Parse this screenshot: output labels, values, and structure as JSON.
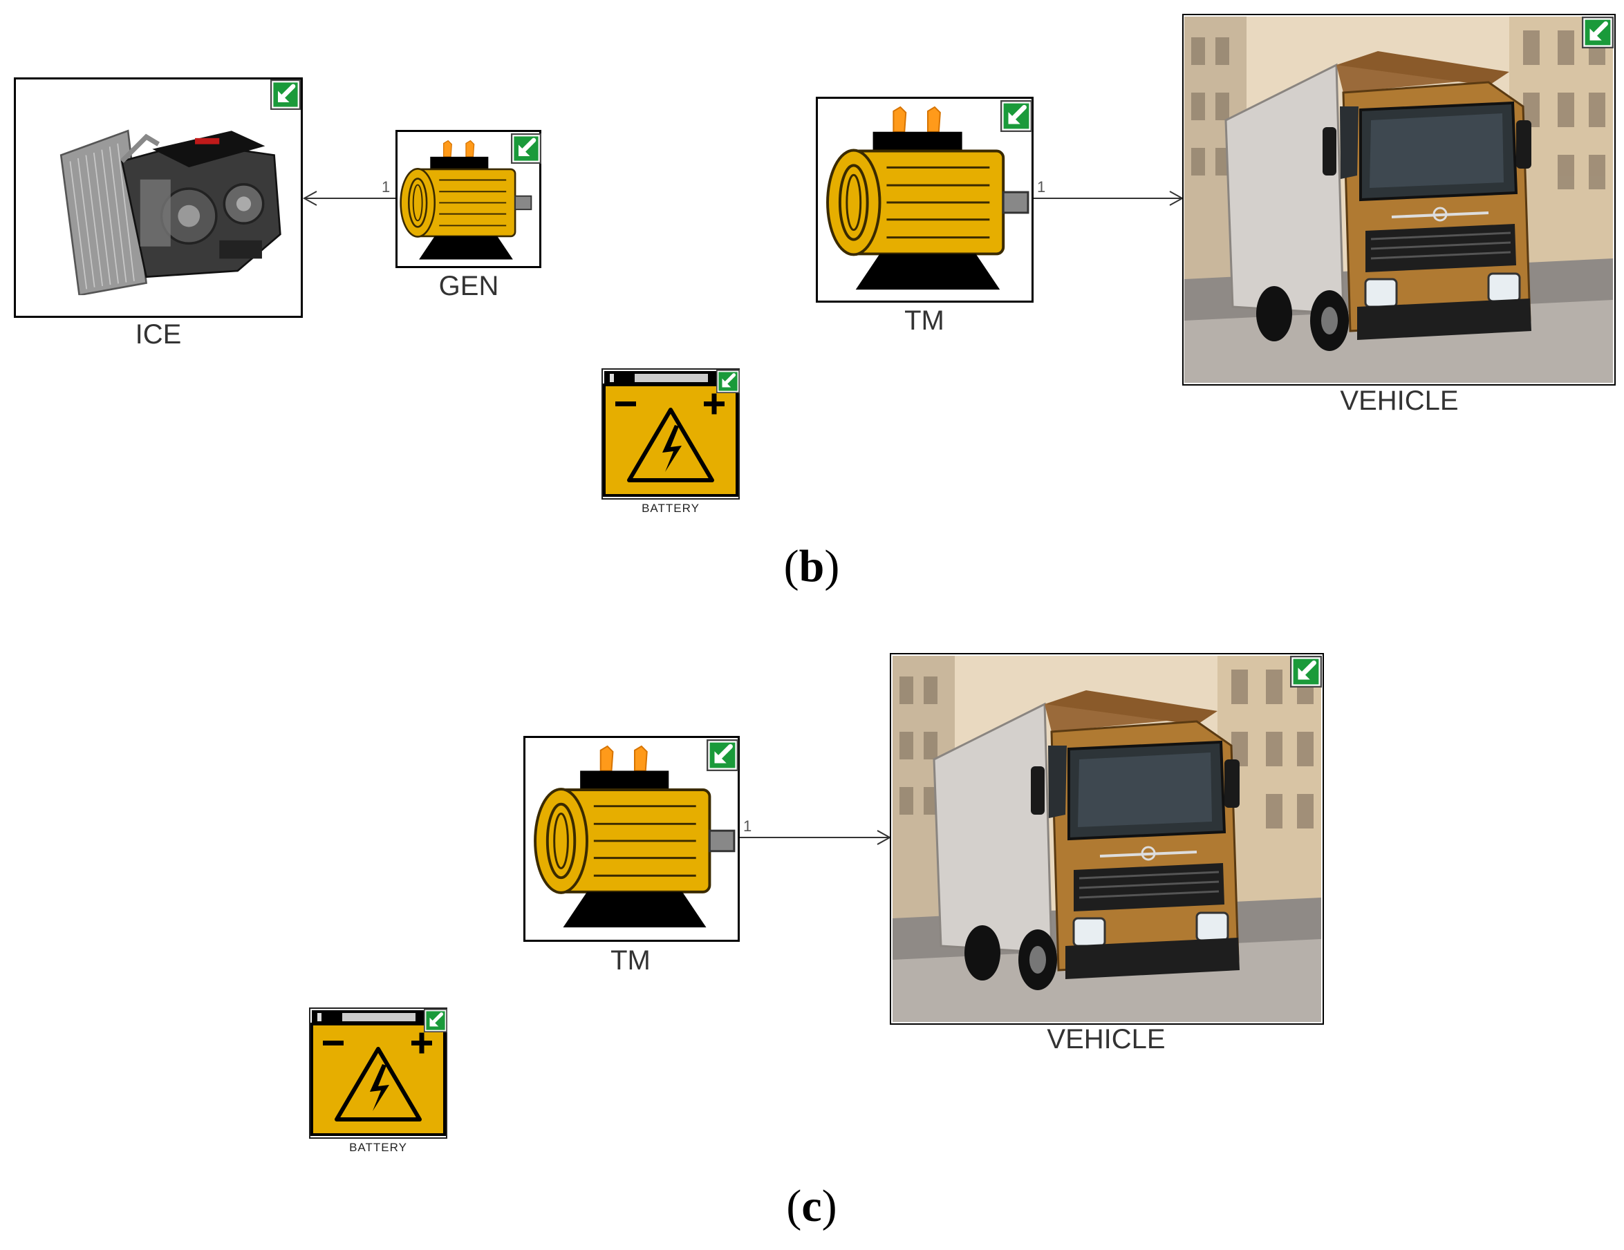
{
  "panel_b": {
    "label_open": "(",
    "label_letter": "b",
    "label_close": ")",
    "blocks": {
      "ice": {
        "label": "ICE",
        "icon": "engine-image"
      },
      "gen": {
        "label": "GEN",
        "icon": "motor-icon",
        "port": "1"
      },
      "tm": {
        "label": "TM",
        "icon": "motor-icon",
        "port": "1"
      },
      "vehicle": {
        "label": "VEHICLE",
        "icon": "truck-image"
      },
      "battery": {
        "label": "BATTERY",
        "icon": "battery-icon"
      }
    }
  },
  "panel_c": {
    "label_open": "(",
    "label_letter": "c",
    "label_close": ")",
    "blocks": {
      "tm": {
        "label": "TM",
        "icon": "motor-icon",
        "port": "1"
      },
      "vehicle": {
        "label": "VEHICLE",
        "icon": "truck-image"
      },
      "battery": {
        "label": "BATTERY",
        "icon": "battery-icon"
      }
    }
  },
  "colors": {
    "motor_body": "#e6ae00",
    "motor_stroke": "#4a3500",
    "terminal": "#ff9a1a",
    "badge_green": "#1a9a3a",
    "frame": "#000000",
    "truck_cab": "#b07a32"
  }
}
